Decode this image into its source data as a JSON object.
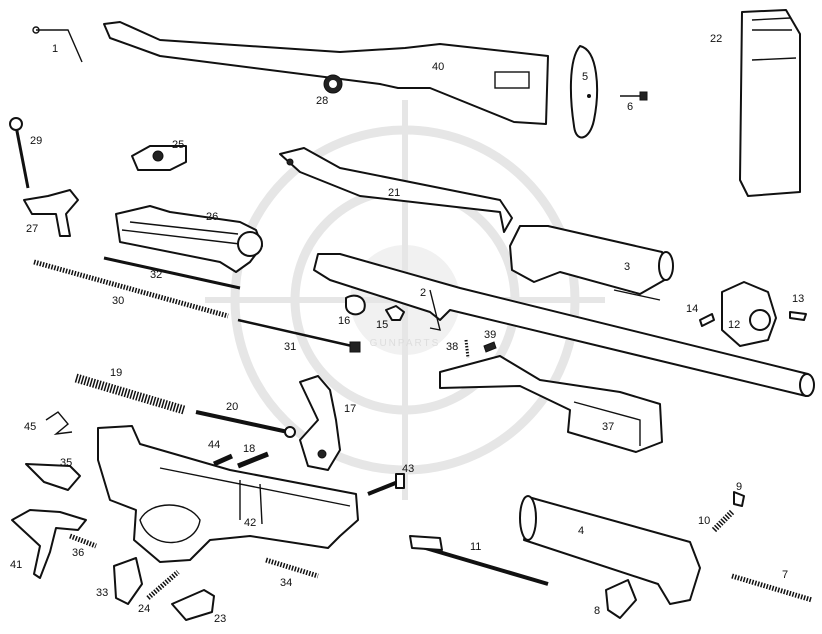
{
  "callouts": [
    "1",
    "2",
    "3",
    "4",
    "5",
    "6",
    "7",
    "8",
    "9",
    "10",
    "11",
    "12",
    "13",
    "14",
    "15",
    "16",
    "17",
    "18",
    "19",
    "20",
    "21",
    "22",
    "23",
    "24",
    "25",
    "26",
    "27",
    "28",
    "29",
    "30",
    "31",
    "32",
    "33",
    "34",
    "35",
    "36",
    "37",
    "38",
    "39",
    "40",
    "41",
    "42",
    "43",
    "44",
    "45"
  ],
  "watermark_text": "GUNPARTS",
  "colors": {
    "line": "#111111",
    "background": "#ffffff",
    "watermark": "#e6e6e6"
  }
}
